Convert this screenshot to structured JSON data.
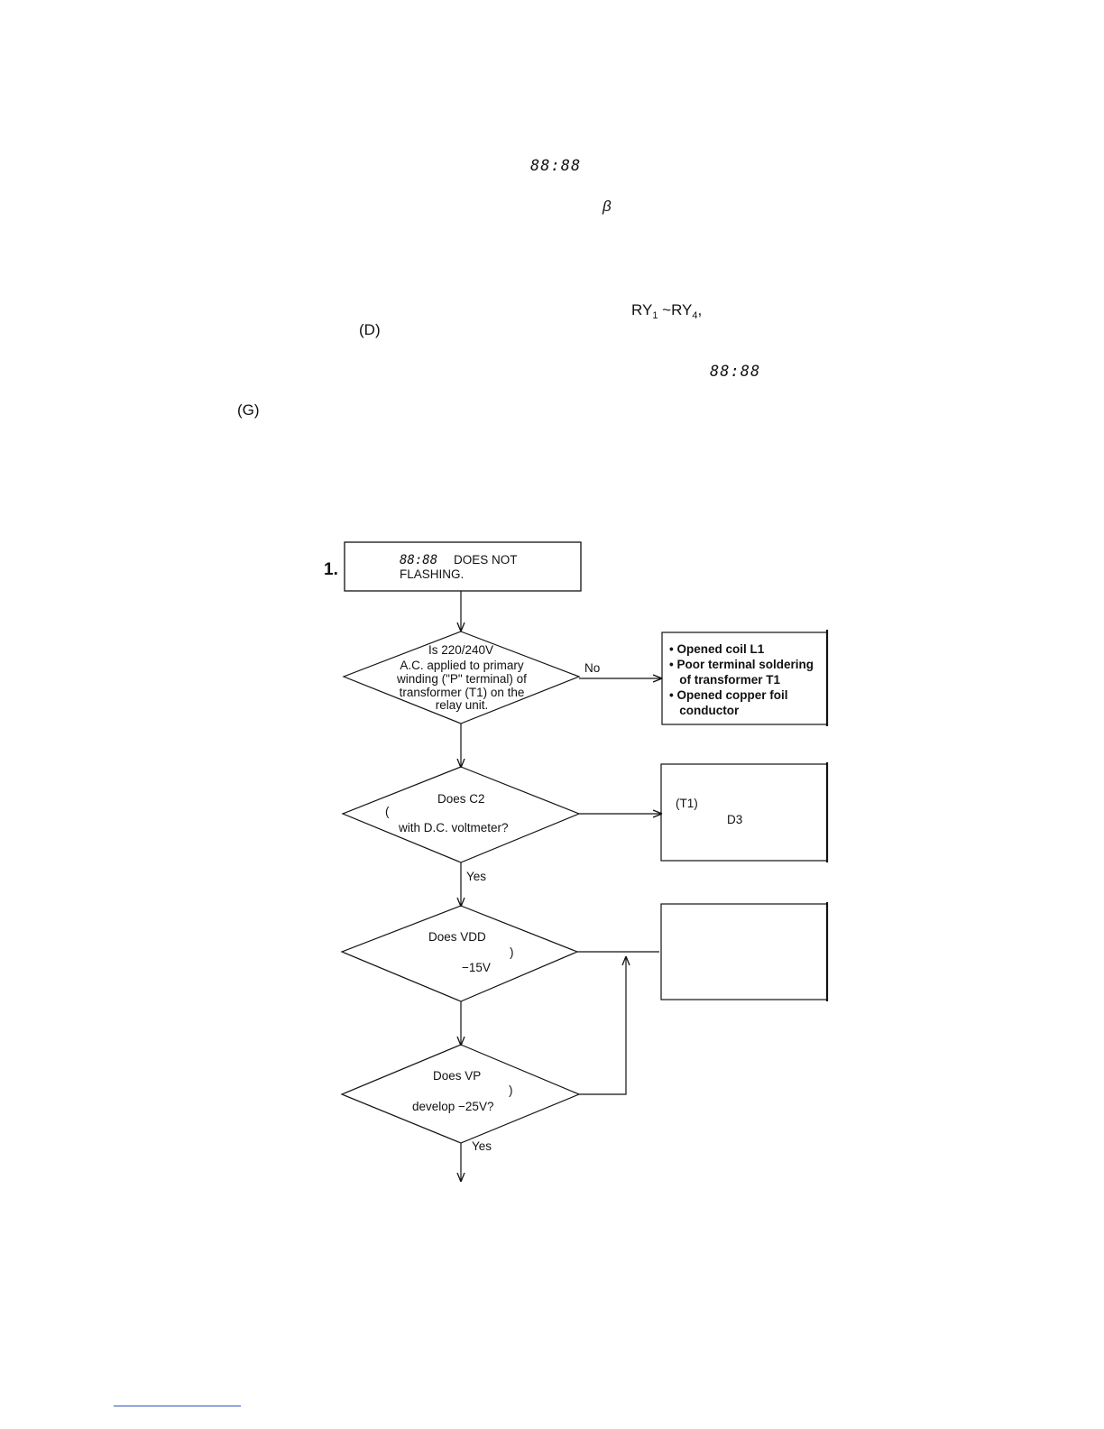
{
  "text_fragments": {
    "display_1": "88:88",
    "beta": "β",
    "relays_main": "RY",
    "relays_sub1": "1",
    "relays_tilde": " ~RY",
    "relays_sub4": "4",
    "relays_comma": ",",
    "label_d": "(D)",
    "display_2": "88:88",
    "label_g": "(G)"
  },
  "flowchart": {
    "step_number": "1.",
    "start_box": {
      "display": "88:88",
      "line1": "DOES NOT",
      "line2": "FLASHING."
    },
    "decision1": {
      "lines": [
        "Is 220/240V",
        "A.C. applied to primary",
        "winding (\"P\" terminal) of",
        "transformer (T1) on the",
        "relay unit."
      ],
      "no_label": "No"
    },
    "result1": {
      "items": [
        "• Opened coil L1",
        "• Poor terminal soldering",
        "   of transformer T1",
        "• Opened copper foil",
        "   conductor"
      ]
    },
    "decision2": {
      "line1": "Does C2",
      "line2": "(",
      "line3": "with D.C. voltmeter?",
      "yes_label": "Yes"
    },
    "result2": {
      "line1": "(T1)",
      "line2": "D3"
    },
    "decision3": {
      "line1": "Does VDD",
      "line2": ")",
      "line3": "−15V"
    },
    "decision4": {
      "line1": "Does VP",
      "line2": ")",
      "line3": "develop −25V?",
      "yes_label": "Yes"
    }
  }
}
